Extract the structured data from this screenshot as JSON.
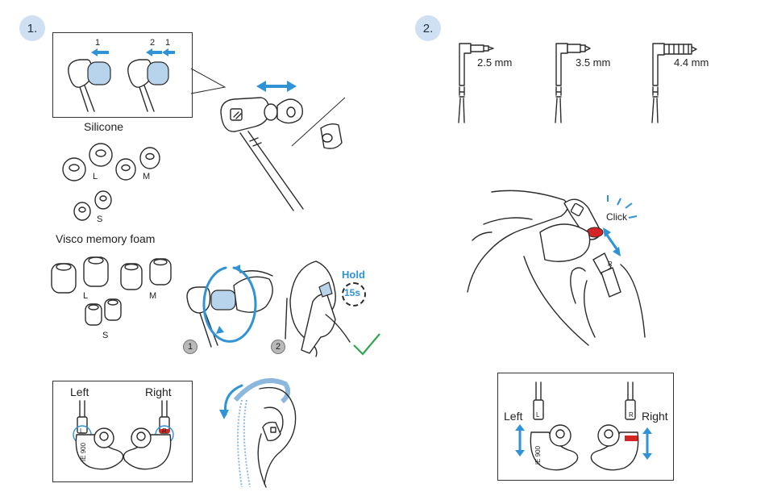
{
  "steps": {
    "one": "1.",
    "two": "2."
  },
  "insert_marks": {
    "a": "1",
    "b": "2",
    "c": "1"
  },
  "tips": {
    "silicone_title": "Silicone",
    "silicone_sizes": {
      "l": "L",
      "m": "M",
      "s": "S"
    },
    "foam_title": "Visco memory foam",
    "foam_sizes": {
      "l": "L",
      "m": "M",
      "s": "S"
    }
  },
  "foam_fit": {
    "step_a": "1",
    "step_b": "2",
    "hold_label": "Hold",
    "hold_time": "15s"
  },
  "orientation_left_box": {
    "left": "Left",
    "right": "Right",
    "tag_l": "L",
    "tag_r": "R",
    "model": "IE 900"
  },
  "cables": [
    {
      "label": "2.5 mm"
    },
    {
      "label": "3.5 mm"
    },
    {
      "label": "4.4 mm"
    }
  ],
  "connect": {
    "click_label": "Click",
    "tag_r": "R"
  },
  "orientation_right_box": {
    "left": "Left",
    "right": "Right",
    "tag_l": "L",
    "tag_r": "R",
    "model": "IE 900"
  },
  "colors": {
    "accent_blue": "#2f93d6",
    "badge_blue": "#cfe0f3",
    "tip_blue": "#b8d4ec",
    "right_red": "#d42424",
    "check_green": "#2fa84f"
  }
}
